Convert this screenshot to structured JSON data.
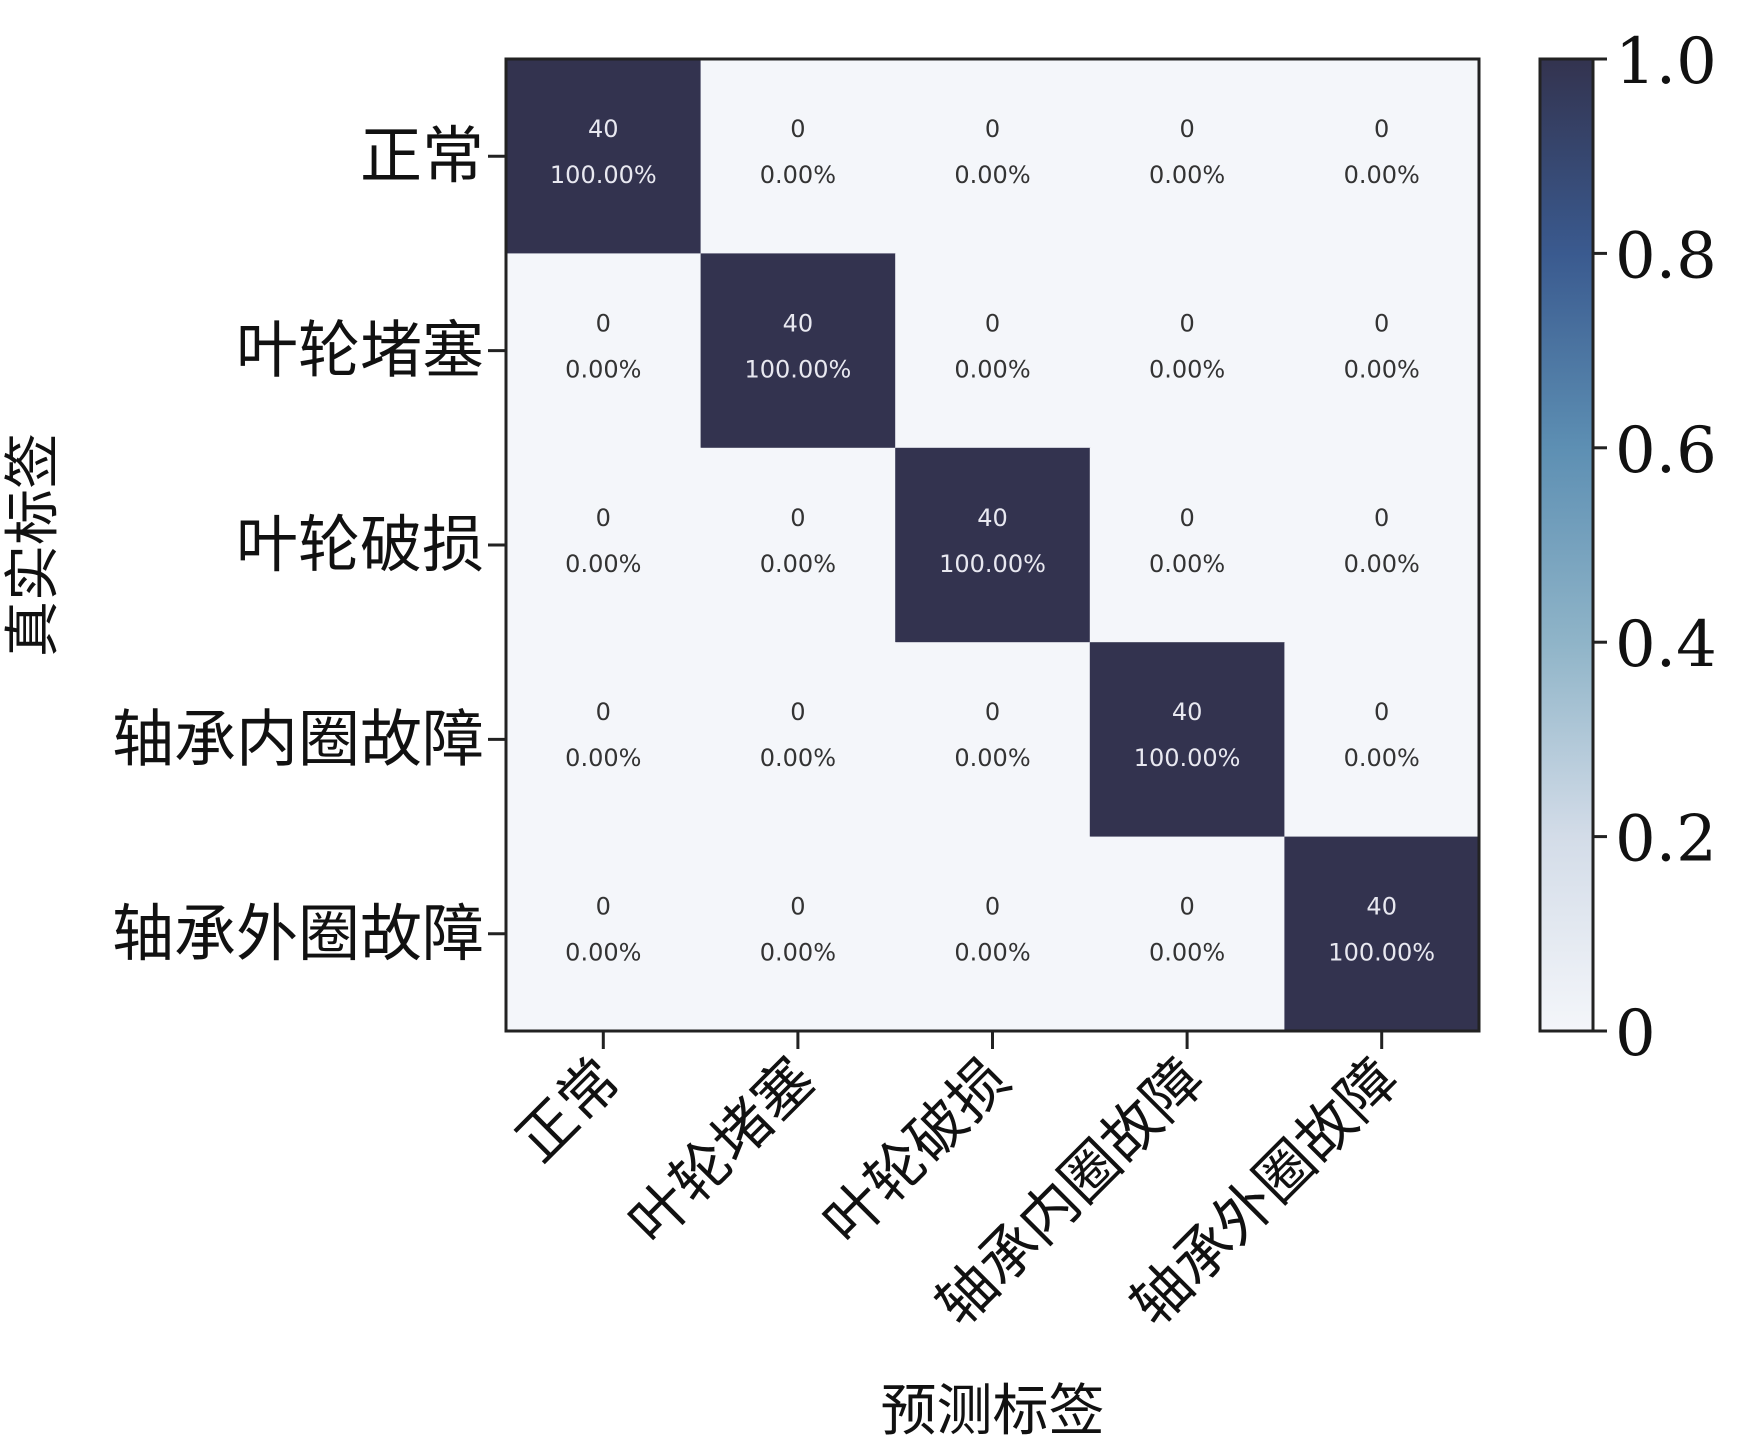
{
  "chart_data": {
    "type": "heatmap",
    "title": "",
    "xlabel": "预测标签",
    "ylabel": "真实标签",
    "x_categories": [
      "正常",
      "叶轮堵塞",
      "叶轮破损",
      "轴承内圈故障",
      "轴承外圈故障"
    ],
    "y_categories": [
      "正常",
      "叶轮堵塞",
      "叶轮破损",
      "轴承内圈故障",
      "轴承外圈故障"
    ],
    "counts": [
      [
        40,
        0,
        0,
        0,
        0
      ],
      [
        0,
        40,
        0,
        0,
        0
      ],
      [
        0,
        0,
        40,
        0,
        0
      ],
      [
        0,
        0,
        0,
        40,
        0
      ],
      [
        0,
        0,
        0,
        0,
        40
      ]
    ],
    "percent_labels": [
      [
        "100.00%",
        "0.00%",
        "0.00%",
        "0.00%",
        "0.00%"
      ],
      [
        "0.00%",
        "100.00%",
        "0.00%",
        "0.00%",
        "0.00%"
      ],
      [
        "0.00%",
        "0.00%",
        "100.00%",
        "0.00%",
        "0.00%"
      ],
      [
        "0.00%",
        "0.00%",
        "0.00%",
        "100.00%",
        "0.00%"
      ],
      [
        "0.00%",
        "0.00%",
        "0.00%",
        "0.00%",
        "100.00%"
      ]
    ],
    "values": [
      [
        1,
        0,
        0,
        0,
        0
      ],
      [
        0,
        1,
        0,
        0,
        0
      ],
      [
        0,
        0,
        1,
        0,
        0
      ],
      [
        0,
        0,
        0,
        1,
        0
      ],
      [
        0,
        0,
        0,
        0,
        1
      ]
    ],
    "colorbar": {
      "range": [
        0,
        1
      ],
      "ticks": [
        0,
        0.2,
        0.4,
        0.6,
        0.8,
        1.0
      ],
      "tick_labels": [
        "0",
        "0.2",
        "0.4",
        "0.6",
        "0.8",
        "1.0"
      ],
      "colors": [
        "#f4f6fa",
        "#d3dce8",
        "#8fb4c8",
        "#5d8fb3",
        "#3a5a8f",
        "#33334f"
      ]
    },
    "text_colors": {
      "dark_cell": "#e8e8f0",
      "light_cell": "#333333"
    }
  }
}
